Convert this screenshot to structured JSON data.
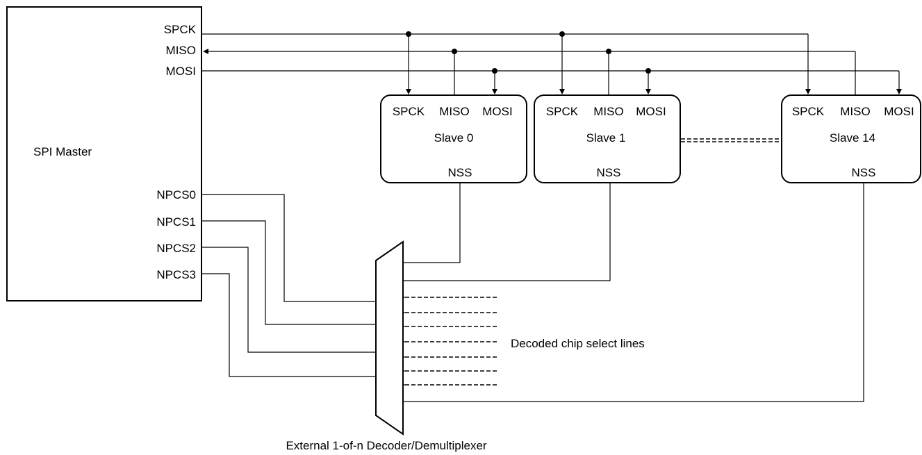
{
  "master": {
    "title": "SPI Master",
    "pins": {
      "spck": "SPCK",
      "miso": "MISO",
      "mosi": "MOSI",
      "npcs0": "NPCS0",
      "npcs1": "NPCS1",
      "npcs2": "NPCS2",
      "npcs3": "NPCS3"
    }
  },
  "slaves": [
    {
      "name": "Slave 0",
      "pins": [
        "SPCK",
        "MISO",
        "MOSI"
      ],
      "select": "NSS"
    },
    {
      "name": "Slave 1",
      "pins": [
        "SPCK",
        "MISO",
        "MOSI"
      ],
      "select": "NSS"
    },
    {
      "name": "Slave 14",
      "pins": [
        "SPCK",
        "MISO",
        "MOSI"
      ],
      "select": "NSS"
    }
  ],
  "decoder": {
    "caption": "External 1-of-n Decoder/Demultiplexer",
    "lines_label": "Decoded chip select lines"
  }
}
